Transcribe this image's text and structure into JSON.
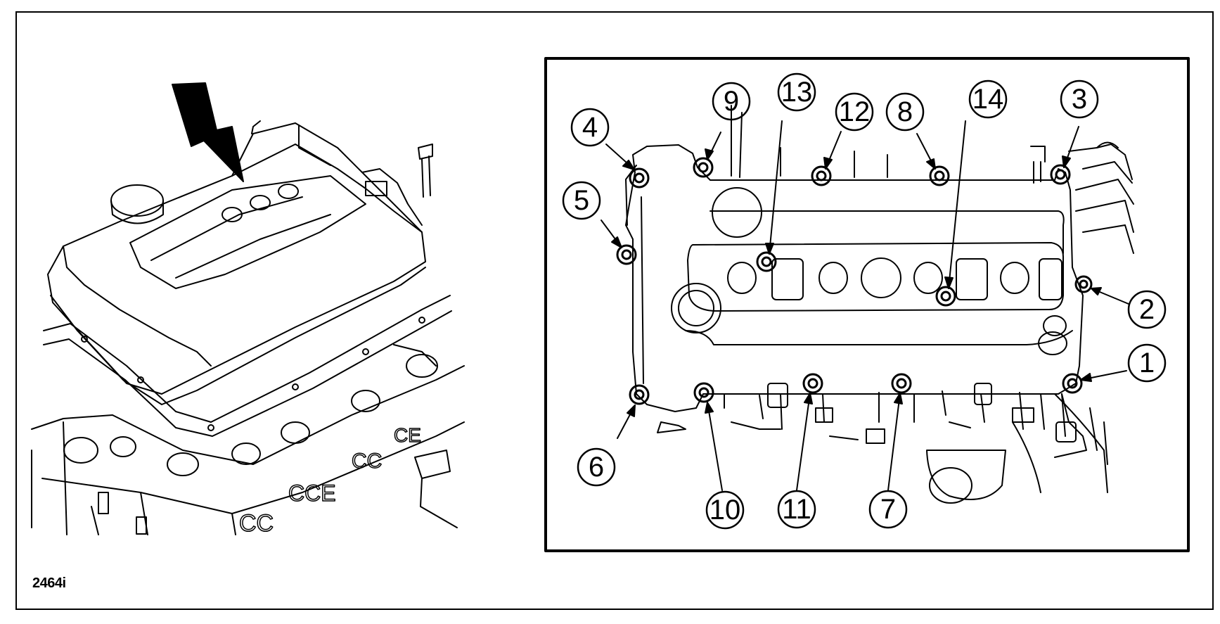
{
  "figure": {
    "id": "2464i"
  },
  "callouts": [
    {
      "label": "1"
    },
    {
      "label": "2"
    },
    {
      "label": "3"
    },
    {
      "label": "4"
    },
    {
      "label": "5"
    },
    {
      "label": "6"
    },
    {
      "label": "7"
    },
    {
      "label": "8"
    },
    {
      "label": "9"
    },
    {
      "label": "10"
    },
    {
      "label": "11"
    },
    {
      "label": "12"
    },
    {
      "label": "13"
    },
    {
      "label": "14"
    }
  ],
  "colors": {
    "ink": "#000000",
    "paper": "#ffffff"
  }
}
